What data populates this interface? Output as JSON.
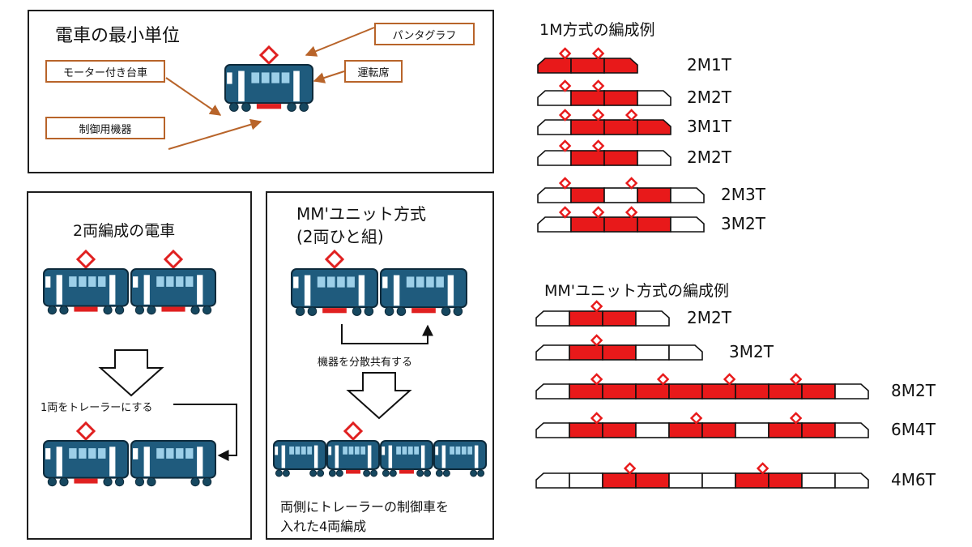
{
  "panel_unit": {
    "title": "電車の最小単位",
    "labels": {
      "pantograph": "パンタグラフ",
      "motor_bogie": "モーター付き台車",
      "cab": "運転席",
      "control_equipment": "制御用機器"
    }
  },
  "panel_two": {
    "title": "2両編成の電車",
    "caption": "1両をトレーラーにする"
  },
  "panel_mm": {
    "title_line1": "MM'ユニット方式",
    "title_line2": "(2両ひと組)",
    "share_caption": "機器を分散共有する",
    "bottom_line1": "両側にトレーラーの制御車を",
    "bottom_line2": "入れた4両編成"
  },
  "one_m": {
    "title": "1M方式の編成例",
    "rows": [
      {
        "label": "2M1T",
        "cars": [
          "M",
          "M",
          "M"
        ],
        "panto": [
          1,
          2
        ]
      },
      {
        "label": "2M2T",
        "cars": [
          "T",
          "M",
          "M",
          "T"
        ],
        "panto": [
          1,
          2
        ]
      },
      {
        "label": "3M1T",
        "cars": [
          "T",
          "M",
          "M",
          "M"
        ],
        "panto": [
          1,
          2,
          3
        ]
      },
      {
        "label": "2M2T",
        "cars": [
          "T",
          "M",
          "M",
          "T"
        ],
        "panto": [
          1,
          2
        ]
      },
      {
        "label": "2M3T",
        "cars": [
          "T",
          "M",
          "T",
          "M",
          "T"
        ],
        "panto": [
          1,
          3
        ]
      },
      {
        "label": "3M2T",
        "cars": [
          "T",
          "M",
          "M",
          "M",
          "T"
        ],
        "panto": [
          1,
          2,
          3
        ]
      }
    ]
  },
  "mm_unit": {
    "title": "MM'ユニット方式の編成例",
    "rows": [
      {
        "label": "2M2T",
        "cars": [
          "T",
          "M",
          "M",
          "T"
        ],
        "panto": [
          2
        ]
      },
      {
        "label": "3M2T",
        "cars": [
          "T",
          "M",
          "M",
          "T",
          "T"
        ],
        "panto": [
          2
        ]
      },
      {
        "label": "8M2T",
        "cars": [
          "T",
          "M",
          "M",
          "M",
          "M",
          "M",
          "M",
          "M",
          "M",
          "T"
        ],
        "panto": [
          2,
          4,
          6,
          8
        ]
      },
      {
        "label": "6M4T",
        "cars": [
          "T",
          "M",
          "M",
          "T",
          "M",
          "M",
          "T",
          "M",
          "M",
          "T"
        ],
        "panto": [
          2,
          5,
          8
        ]
      },
      {
        "label": "4M6T",
        "cars": [
          "T",
          "T",
          "M",
          "M",
          "T",
          "T",
          "M",
          "M",
          "T",
          "T"
        ],
        "panto": [
          3,
          7
        ]
      }
    ]
  }
}
